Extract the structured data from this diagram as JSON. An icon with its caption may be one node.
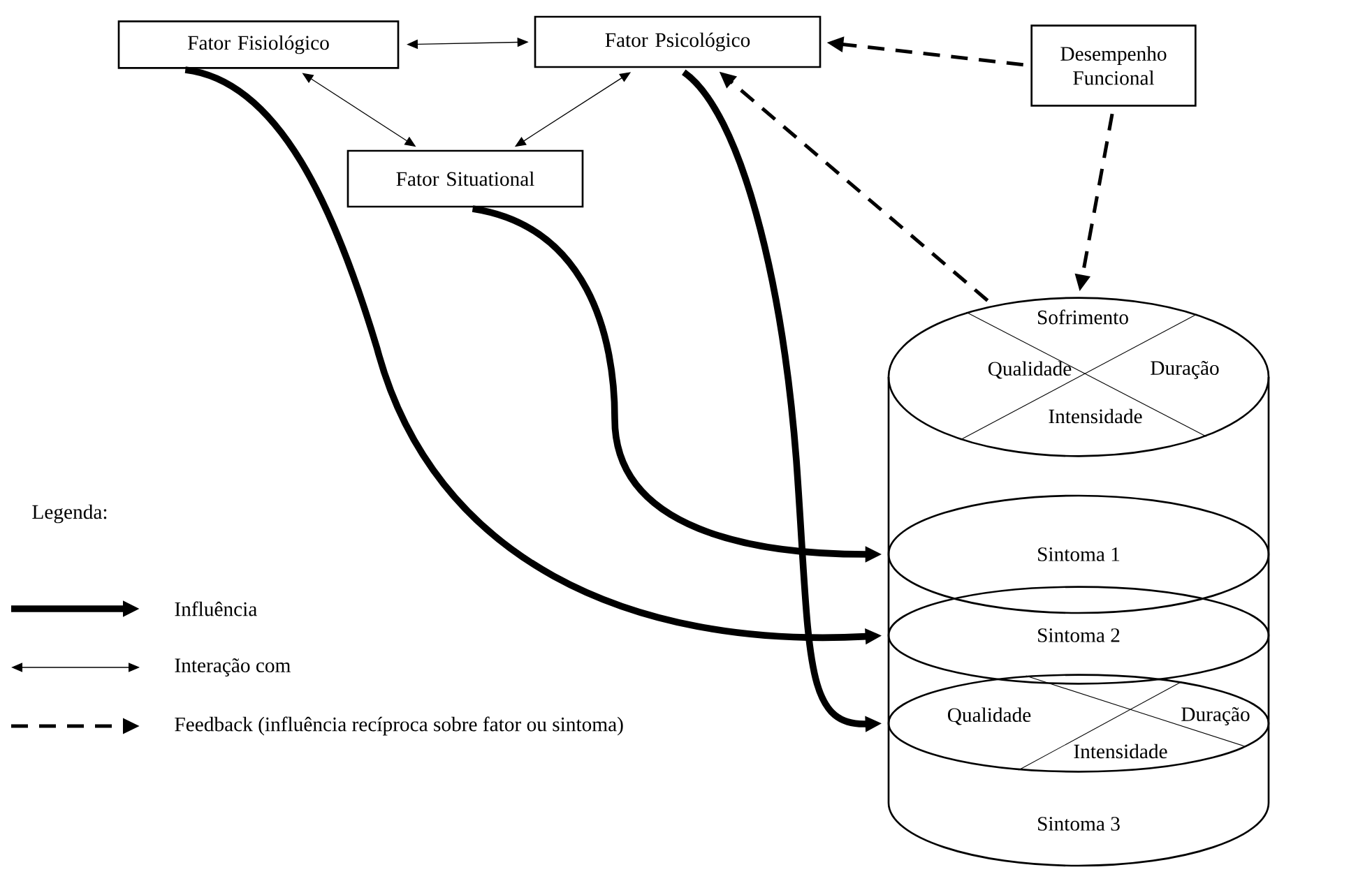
{
  "diagram": {
    "nodes": [
      {
        "text": [
          "Fator Fisiológico"
        ]
      },
      {
        "text": [
          "Fator Psicológico"
        ]
      },
      {
        "text": [
          "Desempenho Funcional"
        ]
      },
      {
        "text": [
          "Fator Situational"
        ]
      },
      {
        "text": [
          "Sofrimento",
          "Qualidade",
          "Duração",
          "Intensidade"
        ]
      },
      {
        "text": [
          "Sintoma 1"
        ]
      },
      {
        "text": [
          "Sintoma 2"
        ]
      },
      {
        "text": [
          "Qualidade",
          "Duração",
          "Intensidade",
          "Sintoma 3"
        ]
      }
    ],
    "edges": [
      {
        "from": 0,
        "to": 1,
        "arrow": "both"
      },
      {
        "from": 0,
        "to": 3,
        "arrow": "both"
      },
      {
        "from": 1,
        "to": 3,
        "arrow": "both"
      },
      {
        "from": 2,
        "to": 1,
        "arrow": "to",
        "style": "dashed"
      },
      {
        "from": 2,
        "to": 4,
        "arrow": "to",
        "style": "dashed"
      },
      {
        "from": 4,
        "to": 1,
        "arrow": "to",
        "style": "dashed"
      },
      {
        "from": 3,
        "to": 5,
        "arrow": "to",
        "style": "thick"
      },
      {
        "from": 0,
        "to": 6,
        "arrow": "to",
        "style": "thick"
      },
      {
        "from": 1,
        "to": 7,
        "arrow": "to",
        "style": "thick"
      }
    ],
    "labels": [
      "Legenda:"
    ],
    "legend": [
      {
        "text": "Influência"
      },
      {
        "text": "Interação com"
      },
      {
        "text": "Feedback (influência recíproca sobre fator ou sintoma)"
      }
    ]
  }
}
